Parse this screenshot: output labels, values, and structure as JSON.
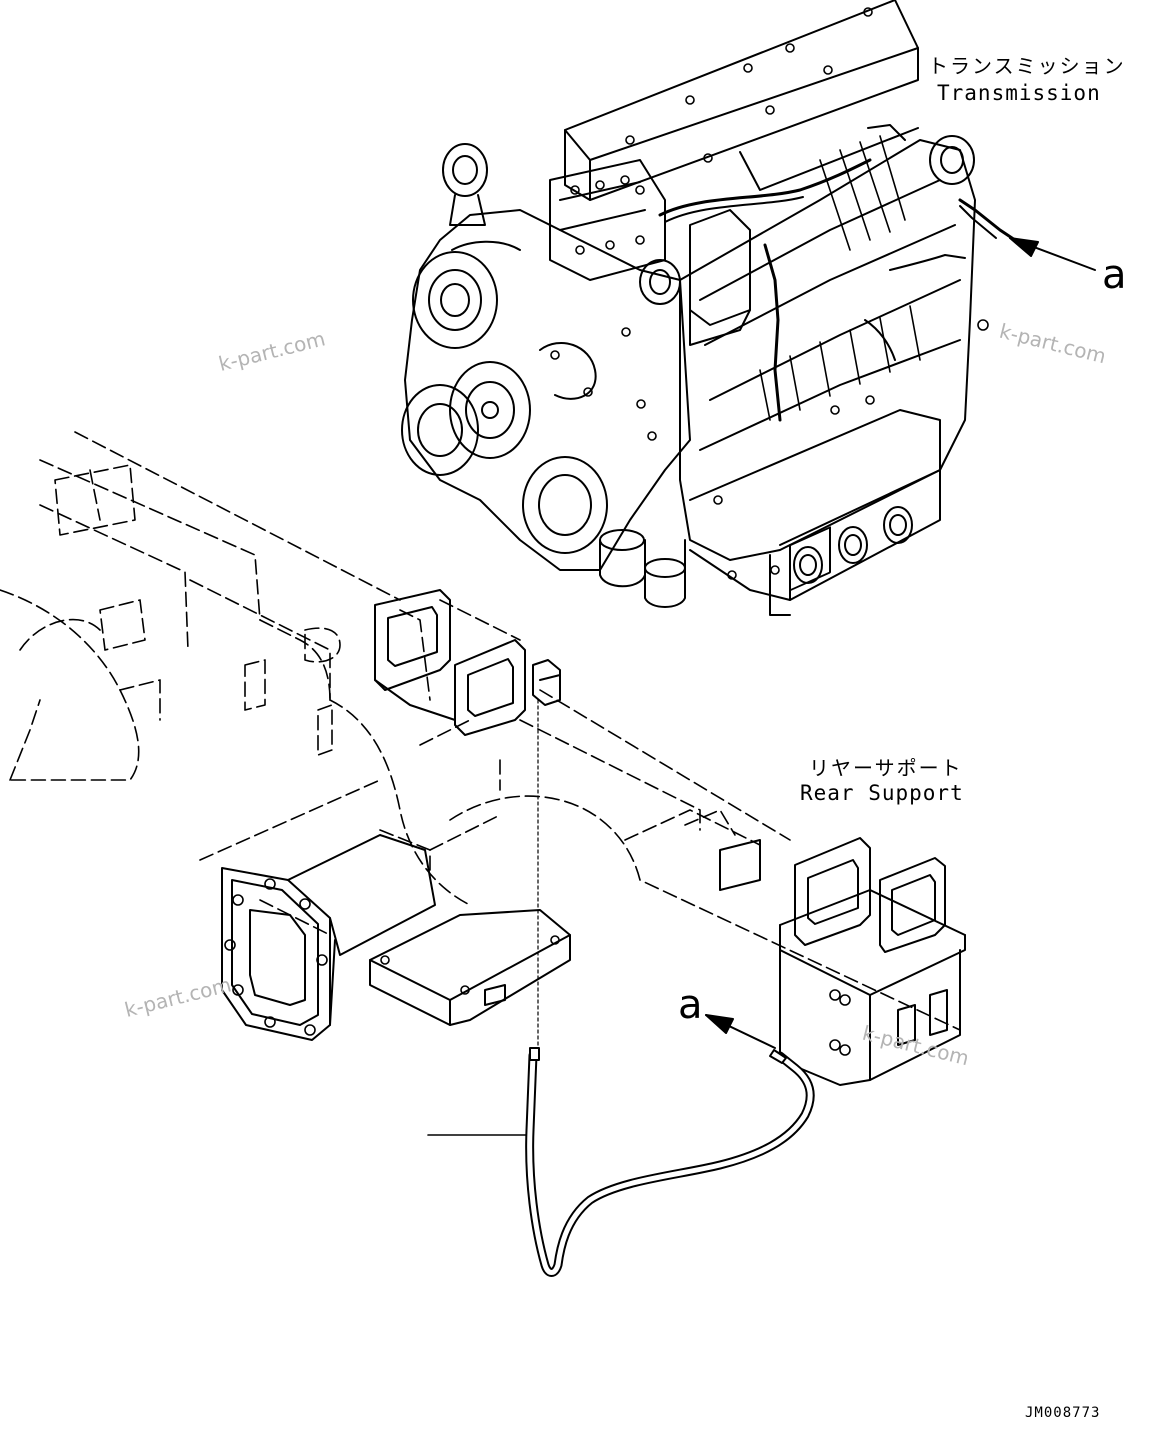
{
  "labels": {
    "transmission_jp": "トランスミッション",
    "transmission_en": "Transmission",
    "rear_support_jp": "リヤーサポート",
    "rear_support_en": "Rear Support",
    "callout_top": "a",
    "callout_bottom": "a"
  },
  "watermarks": [
    "k-part.com",
    "k-part.com",
    "k-part.com",
    "k-part.com"
  ],
  "drawing_code": "JM008773",
  "colors": {
    "line": "#000000",
    "watermark": "#b4b4b4",
    "background": "#ffffff"
  }
}
